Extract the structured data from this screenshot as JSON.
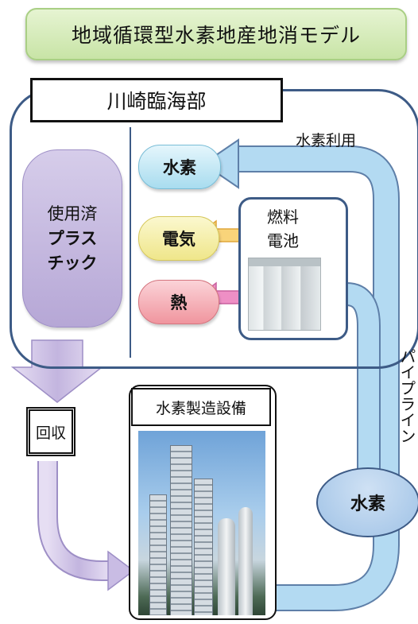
{
  "title": "地域循環型水素地産地消モデル",
  "region": "川崎臨海部",
  "usage_label": "水素利用",
  "plastic": {
    "line1": "使用済",
    "line2": "プラス",
    "line3": "チック"
  },
  "outputs": {
    "hydrogen": "水素",
    "electricity": "電気",
    "heat": "熱"
  },
  "fuel_cell": {
    "line1": "燃料",
    "line2": "電池"
  },
  "pipeline": "パイプライン",
  "recovery": "回収",
  "plant": "水素製造設備",
  "hydrogen_source": "水素",
  "colors": {
    "frame": "#3d5b86",
    "pipe": "#a9d2ee",
    "purple": "#c5b8e0"
  }
}
